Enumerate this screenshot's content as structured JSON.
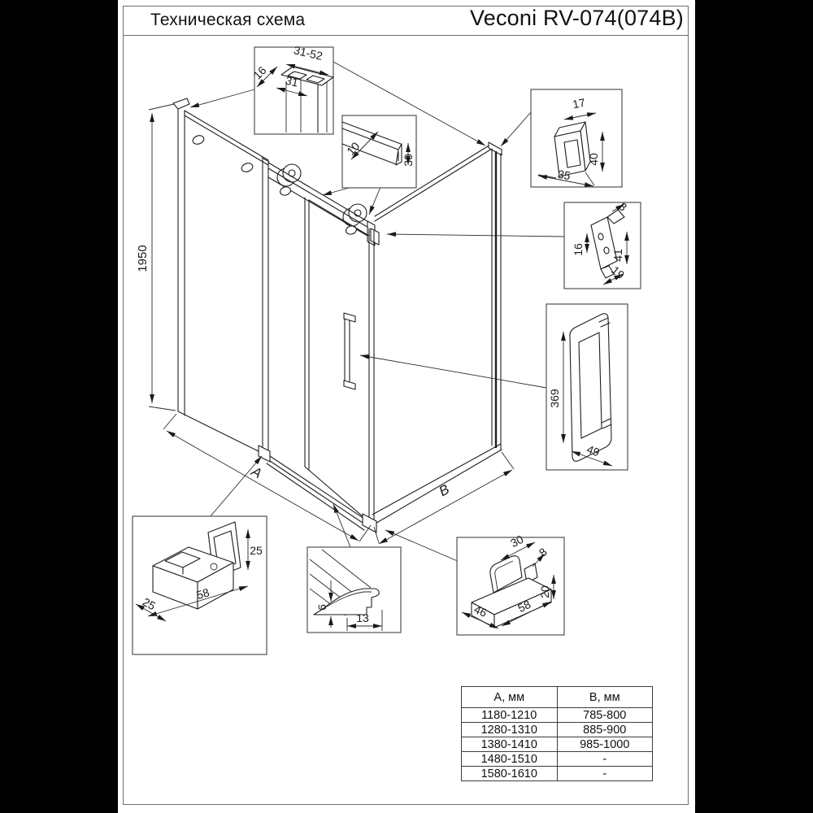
{
  "page": {
    "title_left": "Техническая схема",
    "title_right": "Veconi RV-074(074B)"
  },
  "drawing": {
    "overall_height": "1950",
    "width_label": "A",
    "depth_label": "B"
  },
  "details": {
    "wall_profile_section": {
      "depth": "16",
      "adjust_range": "31-52",
      "width": "31"
    },
    "top_rail": {
      "thickness": "10",
      "height": "30"
    },
    "wall_bracket_block": {
      "depth": "17",
      "height": "40",
      "width": "35"
    },
    "corner_bracket": {
      "thickness": "8",
      "hole_span": "16",
      "height": "41",
      "width": "19"
    },
    "handle": {
      "length": "369",
      "width": "49"
    },
    "roller_guide": {
      "height": "25",
      "length": "58",
      "depth": "25"
    },
    "threshold": {
      "height": "6",
      "width": "13"
    },
    "bottom_guide": {
      "slot": "30",
      "thickness": "8",
      "height": "20",
      "depth": "46",
      "length": "58"
    }
  },
  "size_table": {
    "col_a": "А, мм",
    "col_b": "В, мм",
    "rows": [
      {
        "a": "1180-1210",
        "b": "785-800"
      },
      {
        "a": "1280-1310",
        "b": "885-900"
      },
      {
        "a": "1380-1410",
        "b": "985-1000"
      },
      {
        "a": "1480-1510",
        "b": "-"
      },
      {
        "a": "1580-1610",
        "b": "-"
      }
    ]
  }
}
